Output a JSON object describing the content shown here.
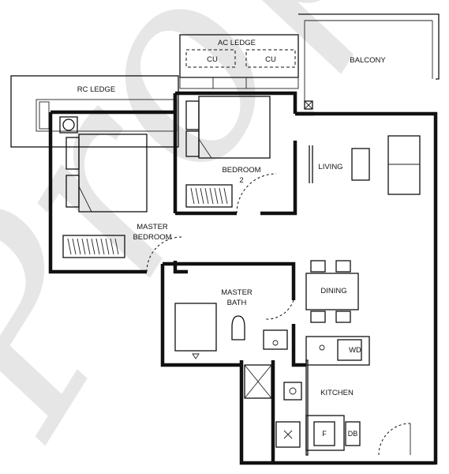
{
  "watermark": {
    "text": "PropNex"
  },
  "rooms": {
    "ac_ledge": "AC LEDGE",
    "cu_1": "CU",
    "cu_2": "CU",
    "balcony": "BALCONY",
    "rc_ledge": "RC LEDGE",
    "bedroom2_line1": "BEDROOM",
    "bedroom2_line2": "2",
    "living": "LIVING",
    "master_bedroom_line1": "MASTER",
    "master_bedroom_line2": "BEDROOM",
    "master_bath_line1": "MASTER",
    "master_bath_line2": "BATH",
    "dining": "DINING",
    "wd": "WD",
    "kitchen": "KITCHEN",
    "fridge": "F",
    "db": "DB"
  }
}
